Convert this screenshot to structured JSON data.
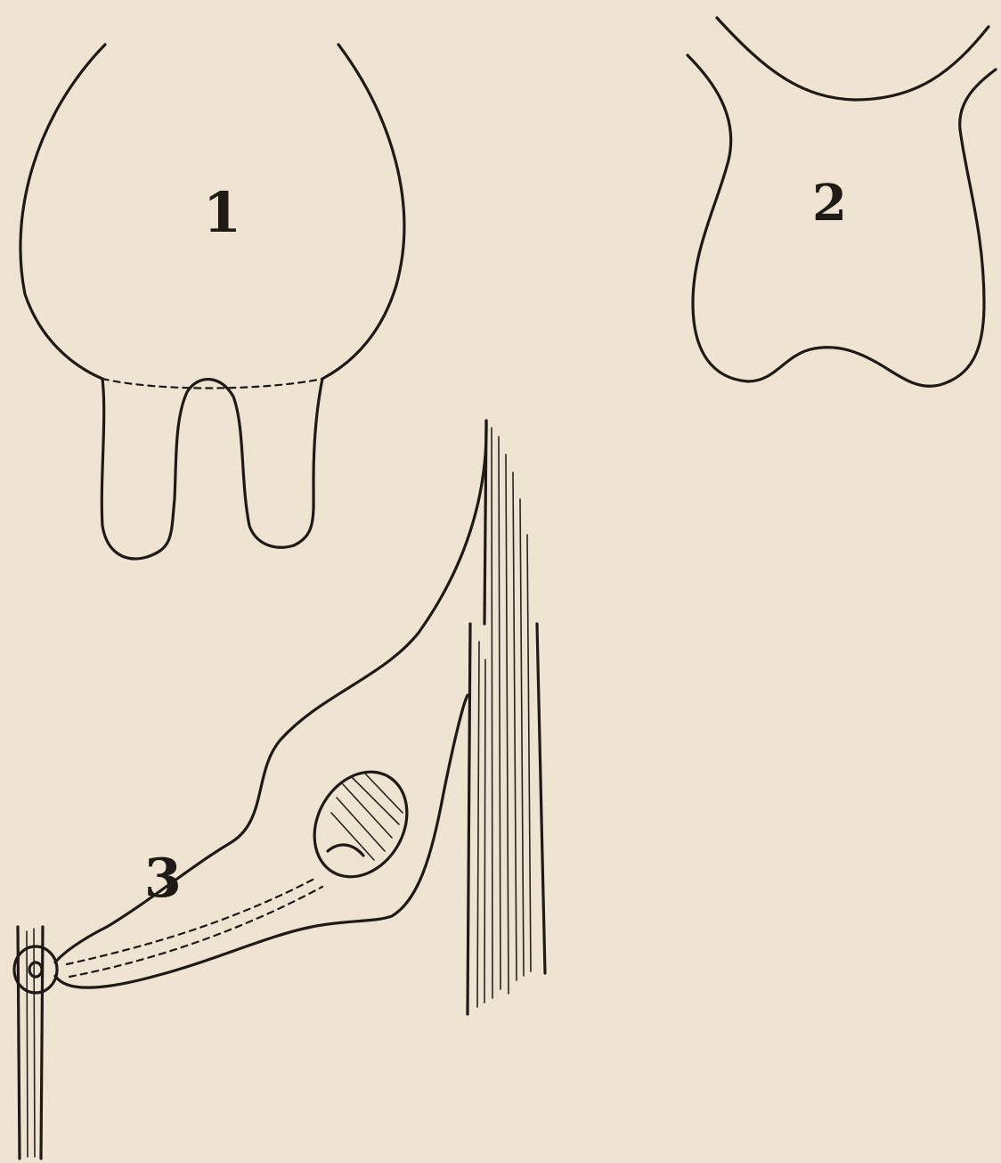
{
  "figures": {
    "figure_1": {
      "label": "1"
    },
    "figure_2": {
      "label": "2"
    },
    "figure_3": {
      "label": "3"
    }
  },
  "colors": {
    "paper": "#efe3d2",
    "ink": "#1f1a16"
  }
}
